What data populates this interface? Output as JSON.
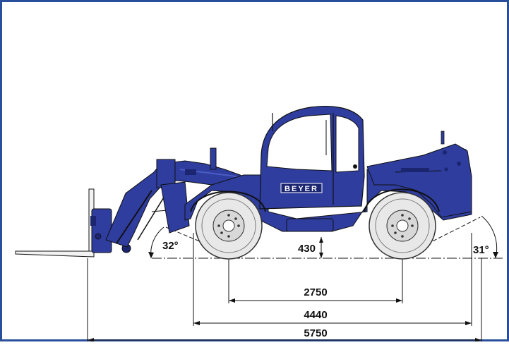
{
  "brand": "BEYER",
  "colors": {
    "frame": "#2a4f9a",
    "body": "#2e3d9e",
    "body_dark": "#1b2570",
    "body_light": "#4b5cc4",
    "tire": "#e8e8e8",
    "tire_line": "#333333",
    "line": "#111111",
    "fork": "#f2f2f2"
  },
  "dimensions": {
    "wheelbase": "2750",
    "overall_axle_span": "4440",
    "overall_length": "5750",
    "ground_clearance": "430"
  },
  "angles": {
    "front_approach": "32°",
    "rear_departure": "31°"
  }
}
